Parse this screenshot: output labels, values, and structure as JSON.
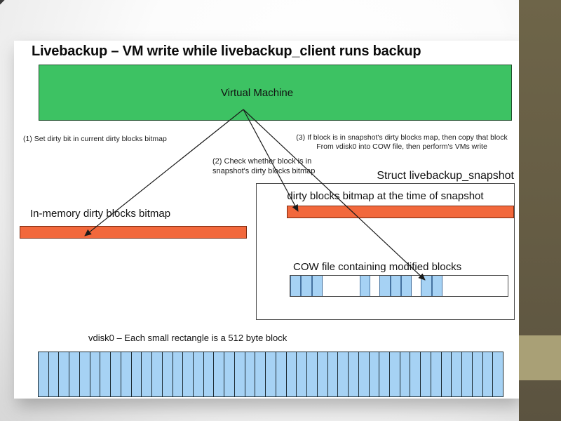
{
  "slide": {
    "title": "Livebackup – VM write while livebackup_client runs backup",
    "vm_box": {
      "label": "Virtual Machine",
      "fill": "#3dc263"
    },
    "annotations": {
      "a1": "(1) Set dirty bit in current dirty blocks bitmap",
      "a2_line1": "(2) Check whether block is in",
      "a2_line2": "snapshot's dirty blocks bitmap",
      "a3_line1": "(3) If block is in snapshot's dirty blocks map, then copy that block",
      "a3_line2": "From vdisk0 into COW file, then perform's VMs write"
    },
    "inmemory_bitmap": {
      "label": "In-memory dirty blocks bitmap",
      "fill": "#f2683c"
    },
    "snapshot_struct": {
      "title": "Struct livebackup_snapshot",
      "bitmap_label": "dirty blocks bitmap at the time of snapshot",
      "bitmap_fill": "#f2683c",
      "cow_label": "COW file containing modified blocks",
      "cow_cells": [
        1,
        1,
        1,
        0,
        0,
        0,
        0,
        1,
        0,
        1,
        1,
        1,
        0,
        1,
        1,
        0,
        0,
        0,
        0,
        0,
        0,
        0
      ],
      "block_fill": "#a6d2f4"
    },
    "vdisk": {
      "label": "vdisk0 – Each small rectangle is a 512 byte block",
      "cell_count": 45,
      "block_fill": "#a6d2f4"
    }
  },
  "background": {
    "band_dark": "#655c44",
    "band_accent": "#a9a076"
  }
}
